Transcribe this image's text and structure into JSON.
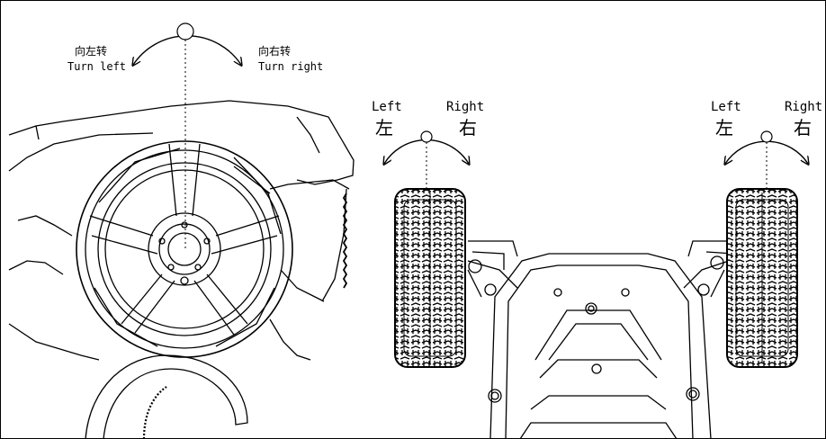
{
  "transmitter": {
    "turn_left_cn": "向左转",
    "turn_left_en": "Turn left",
    "turn_right_cn": "向右转",
    "turn_right_en": "Turn right"
  },
  "left_wheel": {
    "left_en": "Left",
    "left_cn": "左",
    "right_en": "Right",
    "right_cn": "右"
  },
  "right_wheel": {
    "left_en": "Left",
    "left_cn": "左",
    "right_en": "Right",
    "right_cn": "右"
  }
}
